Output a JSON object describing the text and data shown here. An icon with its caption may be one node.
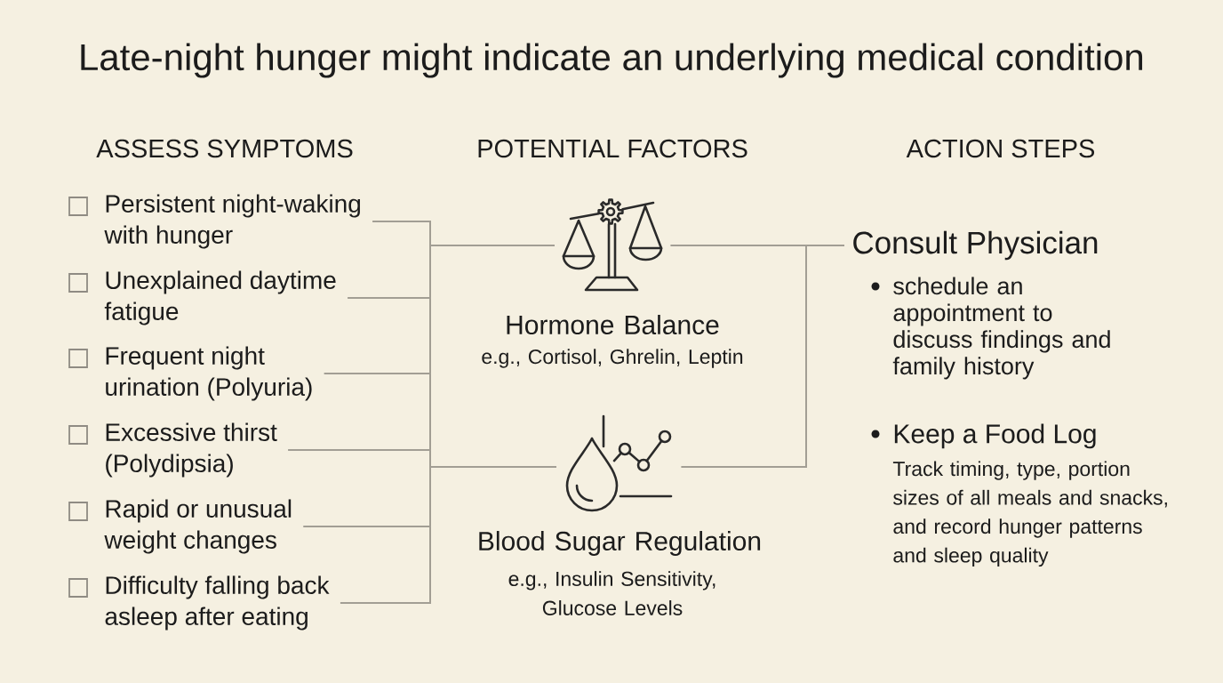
{
  "diagram": {
    "title": "Late-night hunger might indicate an underlying medical condition",
    "nodes": [
      {
        "text": [
          "Persistent night-waking with hunger"
        ]
      },
      {
        "text": [
          "Unexplained daytime fatigue"
        ]
      },
      {
        "text": [
          "Frequent night urination (Polyuria)"
        ]
      },
      {
        "text": [
          "Excessive thirst (Polydipsia)"
        ]
      },
      {
        "text": [
          "Rapid or unusual weight changes"
        ]
      },
      {
        "text": [
          "Difficulty falling back asleep after eating"
        ]
      },
      {
        "text": [],
        "shape": "picture",
        "beside": [
          "Hormone Balance",
          "e.g., Cortisol, Ghrelin, Leptin"
        ]
      },
      {
        "text": [],
        "shape": "picture",
        "beside": [
          "Blood Sugar Regulation",
          "e.g., Insulin Sensitivity, Glucose Levels"
        ]
      },
      {
        "text": [
          "Consult Physician"
        ]
      }
    ],
    "edges": [
      {
        "from": 0,
        "to": 6,
        "arrow": "none"
      },
      {
        "from": 1,
        "to": 6,
        "arrow": "none"
      },
      {
        "from": 2,
        "to": 6,
        "arrow": "none"
      },
      {
        "from": 3,
        "to": 6,
        "arrow": "none"
      },
      {
        "from": 4,
        "to": 6,
        "arrow": "none"
      },
      {
        "from": 5,
        "to": 6,
        "arrow": "none"
      },
      {
        "from": 0,
        "to": 7,
        "arrow": "none"
      },
      {
        "from": 1,
        "to": 7,
        "arrow": "none"
      },
      {
        "from": 2,
        "to": 7,
        "arrow": "none"
      },
      {
        "from": 3,
        "to": 7,
        "arrow": "none"
      },
      {
        "from": 4,
        "to": 7,
        "arrow": "none"
      },
      {
        "from": 5,
        "to": 7,
        "arrow": "none"
      },
      {
        "from": 6,
        "to": 8,
        "arrow": "none"
      },
      {
        "from": 7,
        "to": 8,
        "arrow": "none"
      }
    ],
    "labels": [
      "ASSESS SYMPTOMS",
      "POTENTIAL FACTORS",
      "ACTION STEPS",
      "schedule an appointment to discuss findings and family history",
      "Keep a Food Log",
      "Track timing, type, portion sizes of all meals and snacks, and record hunger patterns and sleep quality"
    ]
  }
}
